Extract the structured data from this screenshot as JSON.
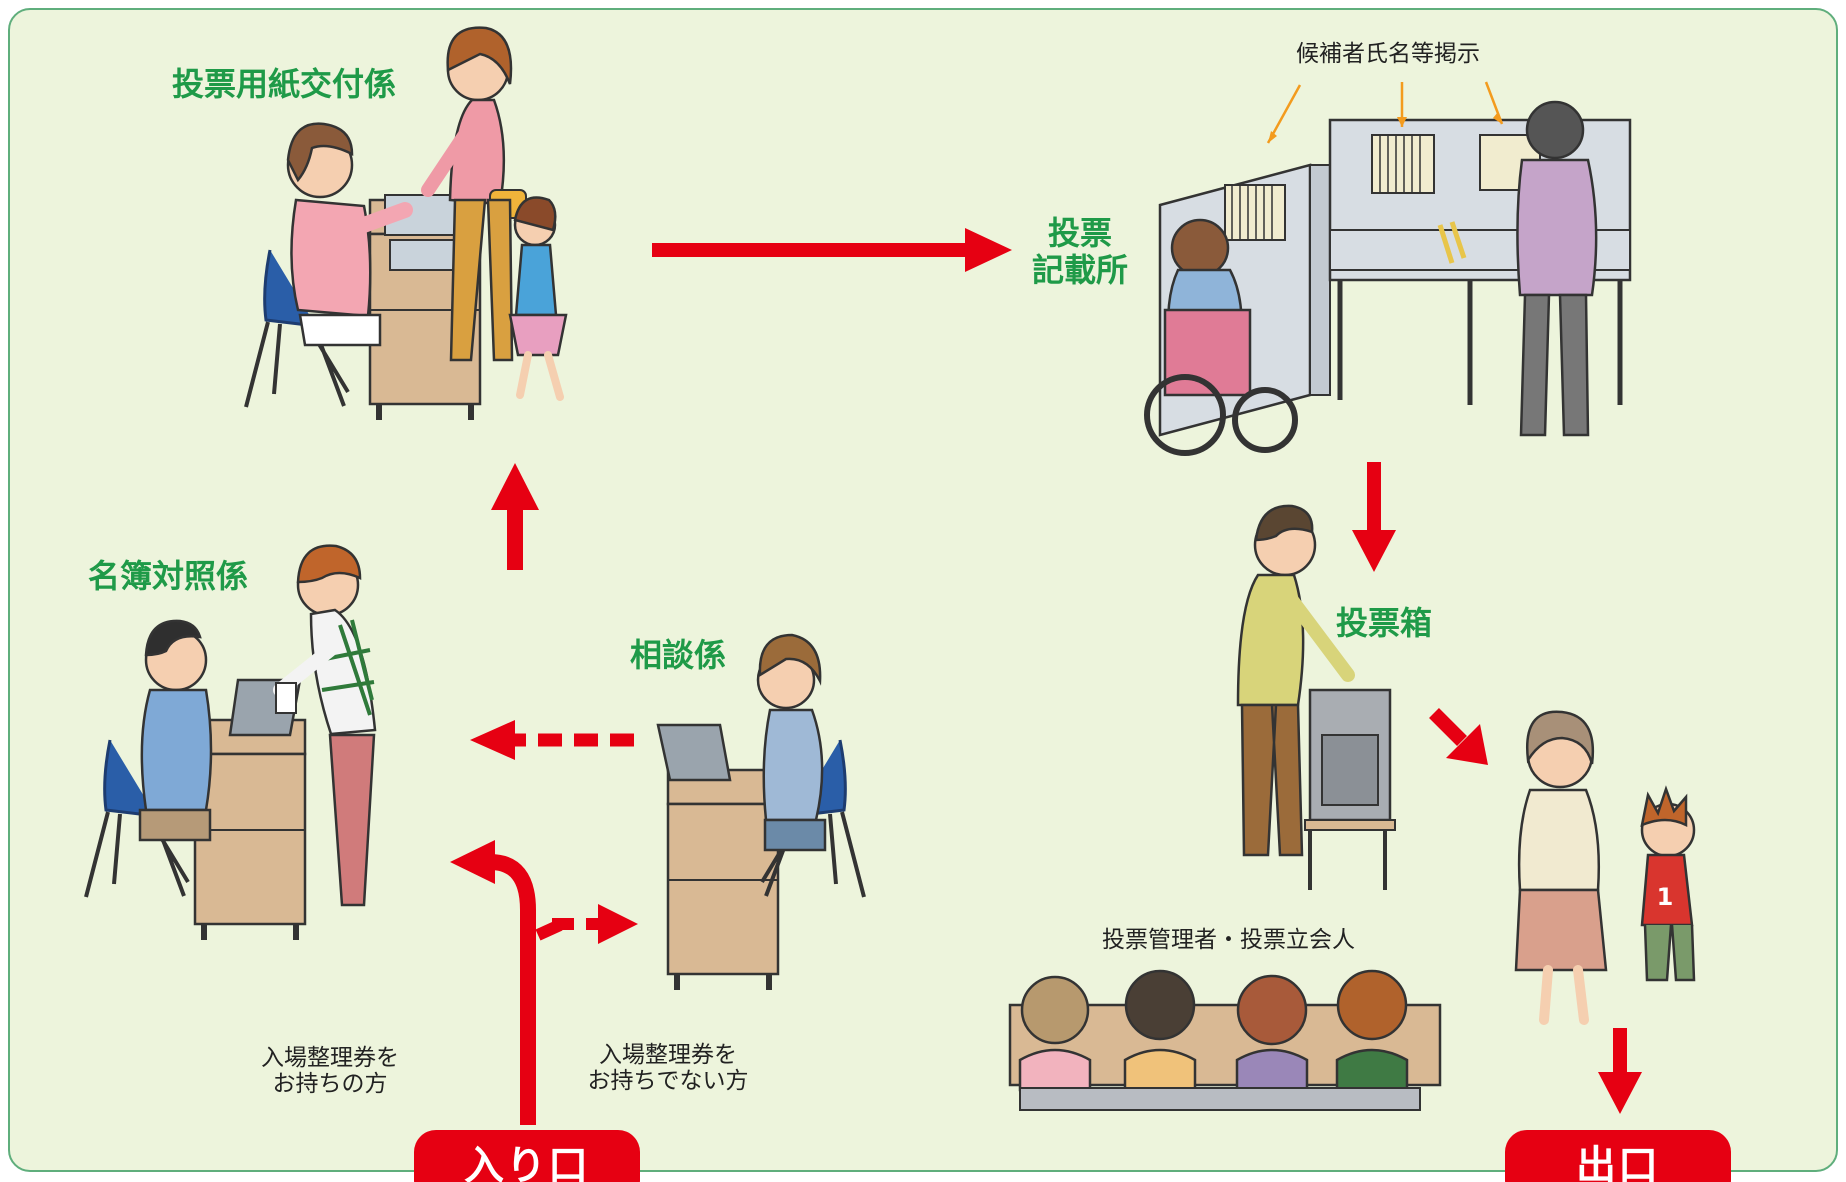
{
  "stations": {
    "ballot_issue": "投票用紙交付係",
    "writing_booth_line1": "投票",
    "writing_booth_line2": "記載所",
    "register_check": "名簿対照係",
    "consultation": "相談係",
    "ballot_box": "投票箱"
  },
  "notes": {
    "candidate_display": "候補者氏名等掲示",
    "with_ticket_line1": "入場整理券を",
    "with_ticket_line2": "お持ちの方",
    "without_ticket_line1": "入場整理券を",
    "without_ticket_line2": "お持ちでない方",
    "officials": "投票管理者・投票立会人"
  },
  "entrance": "入り口",
  "exit": "出口",
  "colors": {
    "accent_red": "#e60012",
    "station_green": "#1f9a48",
    "background": "#edf4dc",
    "frame": "#5fae7c"
  }
}
